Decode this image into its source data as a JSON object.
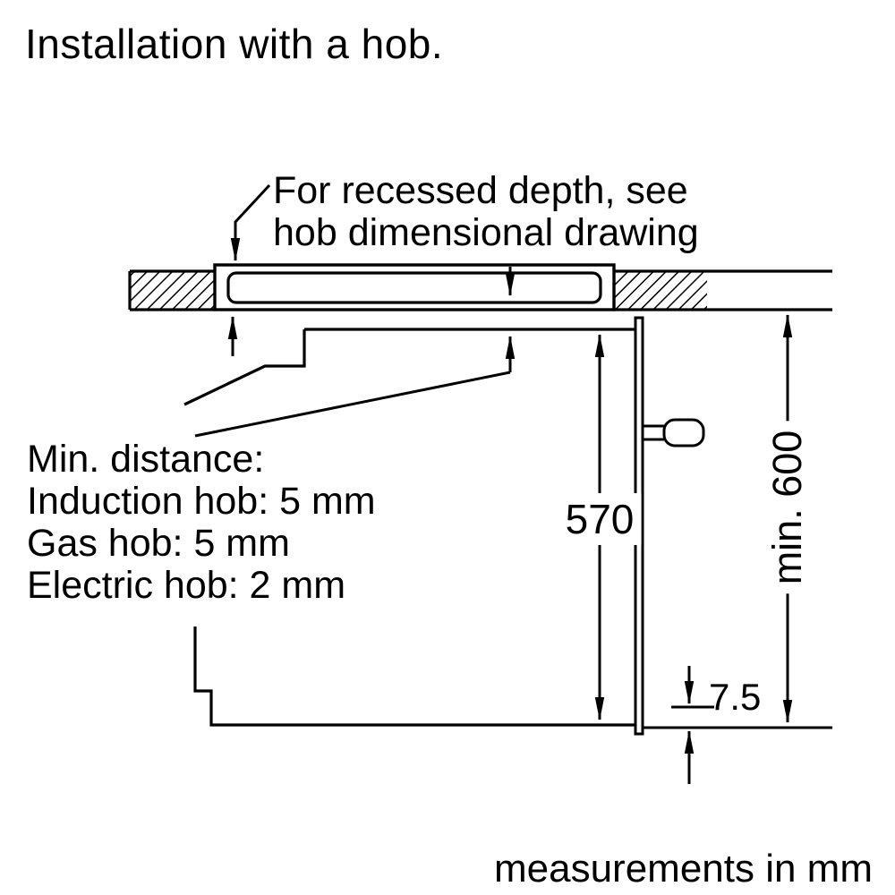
{
  "header": {
    "title": "Installation with a hob."
  },
  "footer": {
    "note": "measurements in mm"
  },
  "callouts": {
    "recessed_depth": {
      "line1": "For recessed depth, see",
      "line2": "hob dimensional drawing"
    },
    "min_distance": {
      "heading": "Min. distance:",
      "items": [
        "Induction hob: 5 mm",
        "Gas hob: 5 mm",
        "Electric hob: 2 mm"
      ]
    }
  },
  "dimensions": {
    "niche_height": "570",
    "min_clearance": "min. 600",
    "door_overhang": "7.5"
  },
  "colors": {
    "line": "#000000",
    "background": "#ffffff",
    "text": "#000000"
  }
}
